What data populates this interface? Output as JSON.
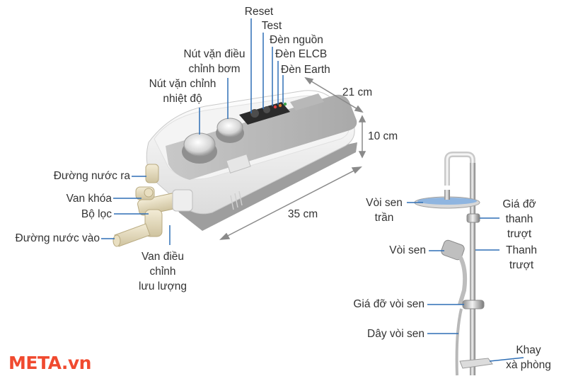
{
  "heater": {
    "buttons": {
      "reset": "Reset",
      "test": "Test",
      "power_light": "Đèn nguồn",
      "elcb_light": "Đèn ELCB",
      "earth_light": "Đèn Earth"
    },
    "knobs": {
      "pump": [
        "Nút vặn điều",
        "chỉnh bơm"
      ],
      "temperature": [
        "Nút vặn chỉnh",
        "nhiệt độ"
      ]
    },
    "pipes": {
      "water_out": "Đường nước ra",
      "lock_valve": "Van khóa",
      "filter": "Bộ lọc",
      "water_in": "Đường nước vào",
      "flow_valve": [
        "Van điều",
        "chỉnh",
        "lưu lượng"
      ]
    },
    "dimensions": {
      "depth": "21 cm",
      "height": "10 cm",
      "width": "35 cm"
    }
  },
  "shower": {
    "overhead": [
      "Vòi sen",
      "trần"
    ],
    "slide_holder": [
      "Giá đỡ",
      "thanh",
      "trượt"
    ],
    "hand_shower": "Vòi sen",
    "slide_bar": [
      "Thanh",
      "trượt"
    ],
    "holder": "Giá đỡ vòi sen",
    "hose": "Dây vòi sen",
    "soap_tray": [
      "Khay",
      "xà phòng"
    ]
  },
  "brand": "META.vn",
  "colors": {
    "label_text": "#333333",
    "leader_line": "#2f6fb5",
    "dimension_line": "#8a8a8a",
    "brand": "#f04a2f"
  }
}
